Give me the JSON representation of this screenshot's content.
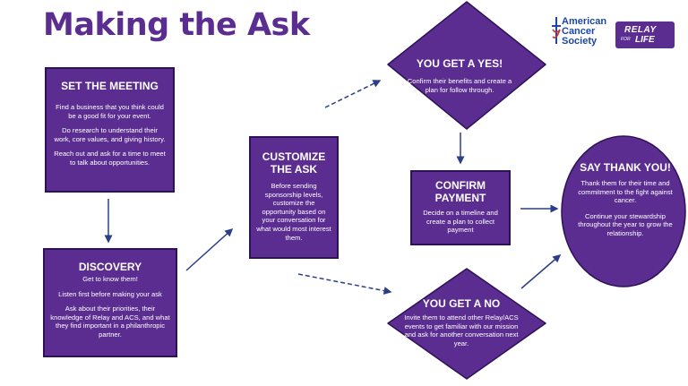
{
  "title": "Making the Ask",
  "logos": {
    "acs_line1": "American",
    "acs_line2": "Cancer",
    "acs_line3": "Society",
    "relay_top": "RELAY",
    "relay_for": "FOR",
    "relay_bottom": "LIFE"
  },
  "set_meeting": {
    "heading": "SET THE MEETING",
    "p1": "Find a business that you think could be a good fit for your event.",
    "p2": "Do research to understand their work, core values, and giving history.",
    "p3": "Reach out and ask for a time to meet to talk about opportunities."
  },
  "discovery": {
    "heading": "DISCOVERY",
    "p1": "Get to know them!",
    "p2": "Listen first before making your ask",
    "p3": "Ask about their priorities, their knowledge of Relay and ACS, and what they find important in a philanthropic partner."
  },
  "customize": {
    "heading": "CUSTOMIZE THE ASK",
    "p1": "Before sending sponsorship levels, customize the opportunity based on your conversation for what would most interest them."
  },
  "yes": {
    "heading": "YOU GET A YES!",
    "p1": "Confirm their benefits and create a plan for follow through."
  },
  "confirm": {
    "heading": "CONFIRM PAYMENT",
    "p1": "Decide on a timeline and create a plan to collect payment"
  },
  "no": {
    "heading": "YOU GET A NO",
    "p1": "Invite them to attend other Relay/ACS events to get familiar with our mission and ask for another conversation next year."
  },
  "thank": {
    "heading": "SAY THANK YOU!",
    "p1": "Thank them for their time and commitment to the fight against cancer.",
    "p2": "Continue your stewardship throughout the year to grow the relationship."
  },
  "colors": {
    "purple": "#5b2d90",
    "border": "#2e1257",
    "arrow": "#2a3f86",
    "acs_blue": "#1a47a8"
  }
}
